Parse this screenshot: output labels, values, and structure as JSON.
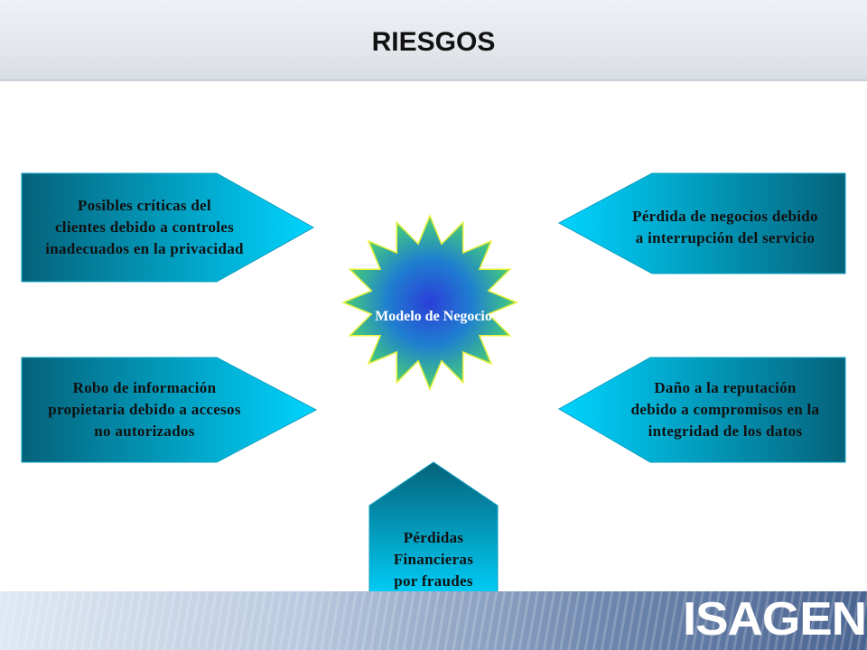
{
  "title": "RIESGOS",
  "logo": "ISAGEN",
  "center": {
    "label": "Modelo de Negocio"
  },
  "risks": {
    "top_left": [
      "Posibles  críticas del",
      "clientes debido a controles",
      "inadecuados en la privacidad"
    ],
    "bottom_left": [
      "Robo de información",
      "propietaria debido a accesos",
      "no autorizados"
    ],
    "top_right": [
      "Pérdida de negocios debido",
      "a interrupción del servicio"
    ],
    "bottom_right": [
      "Daño a la reputación",
      "debido a compromisos en la",
      "integridad de los datos"
    ],
    "bottom_center": [
      "Pérdidas",
      "Financieras",
      "por fraudes"
    ]
  },
  "colors": {
    "arrow_light": "#00d4ff",
    "arrow_dark": "#05627a",
    "star_center": "#2a3fd8",
    "star_edge": "#7edc3a"
  }
}
